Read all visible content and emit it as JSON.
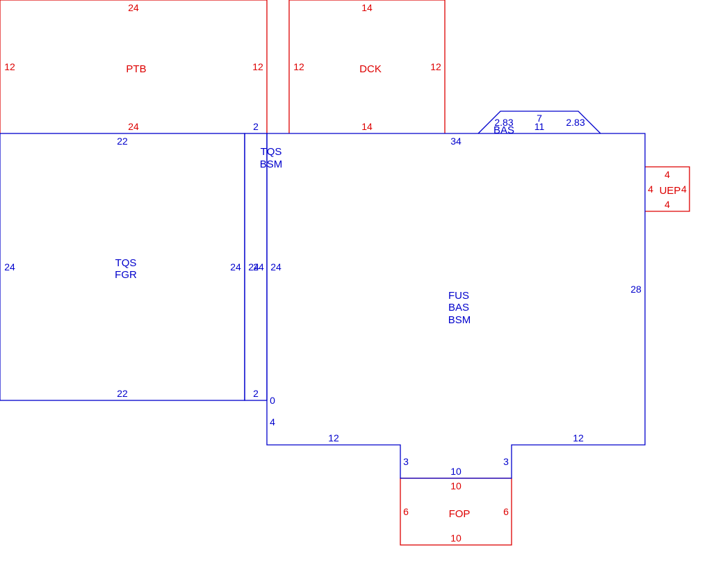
{
  "colors": {
    "primary_structure": "#0000cc",
    "secondary_structure": "#dd0000",
    "background": "#ffffff"
  },
  "sketch": {
    "areas": {
      "ptb": {
        "code": "PTB",
        "dims": {
          "top": "24",
          "left": "12",
          "right": "12",
          "bottom": "24"
        }
      },
      "dck": {
        "code": "DCK",
        "dims": {
          "top": "14",
          "left": "12",
          "right": "12",
          "bottom": "14"
        }
      },
      "tqs_fgr": {
        "line1": "TQS",
        "line2": "FGR",
        "dims": {
          "top": "22",
          "left": "24",
          "right": "24",
          "bottom": "22"
        }
      },
      "tqs_bsm": {
        "line1": "TQS",
        "line2": "BSM",
        "dims": {
          "top": "2",
          "left": "24",
          "right": "24",
          "bottom": "2"
        }
      },
      "bay": {
        "code": "BAS",
        "dims": {
          "left": "2.83",
          "top": "7",
          "right": "2.83",
          "bottom": "11"
        }
      },
      "uep": {
        "code": "UEP",
        "dims": {
          "top": "4",
          "left": "4",
          "right": "4",
          "bottom": "4"
        }
      },
      "main": {
        "line1": "FUS",
        "line2": "BAS",
        "line3": "BSM",
        "dims": {
          "top": "34",
          "left_upper": "24",
          "left_zero": "0",
          "left_lower": "4",
          "right": "28",
          "bottom_left": "12",
          "bottom_right": "12",
          "notch_left": "3",
          "notch_right": "3",
          "notch_bottom": "10"
        }
      },
      "fop": {
        "code": "FOP",
        "dims": {
          "top": "10",
          "left": "6",
          "right": "6",
          "bottom": "10"
        }
      }
    }
  }
}
